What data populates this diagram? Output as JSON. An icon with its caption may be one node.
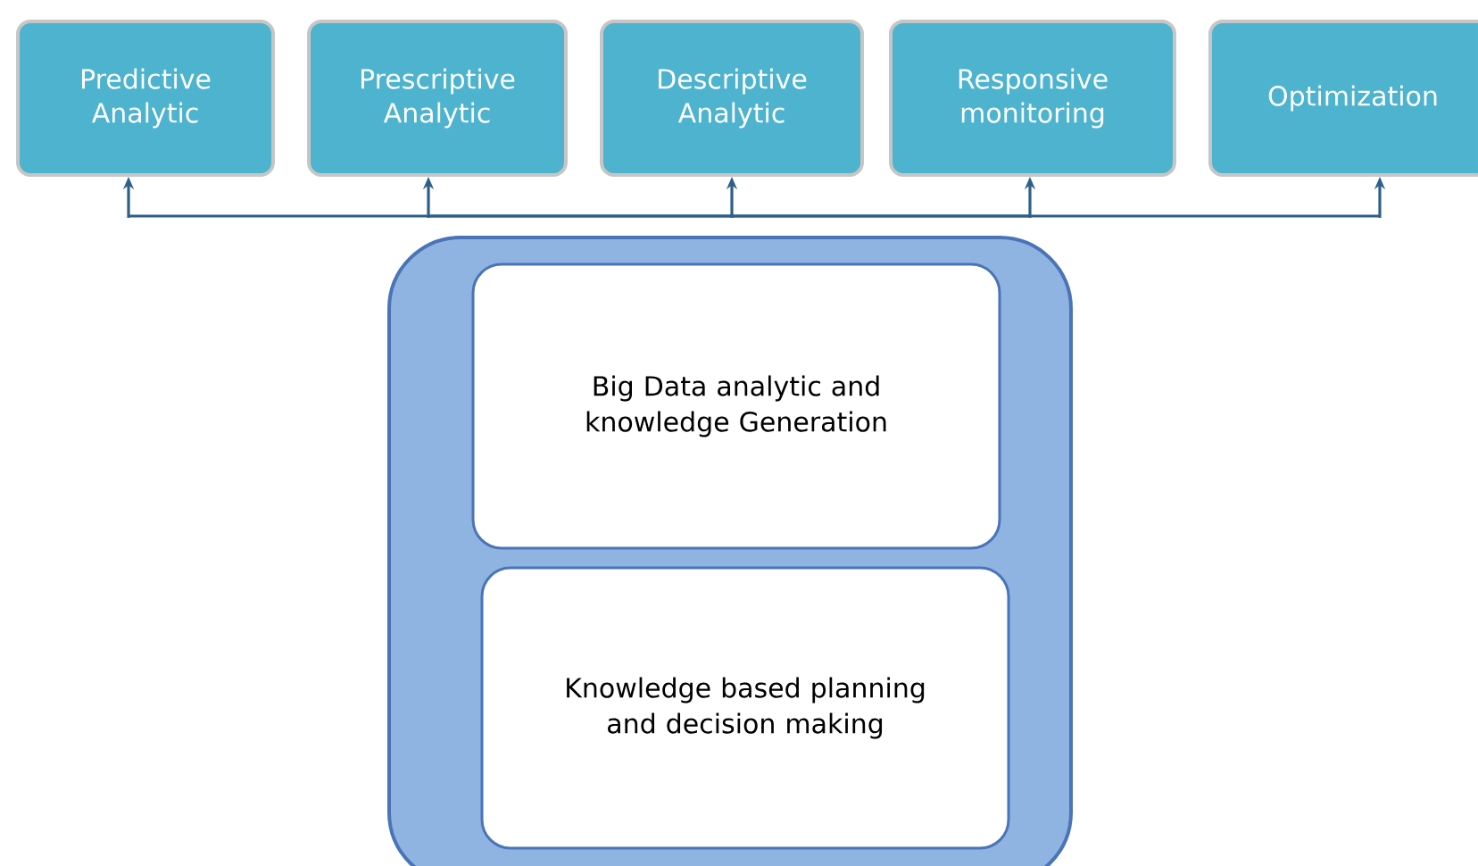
{
  "diagram": {
    "nodes": [
      {
        "text": [
          "Predictive Analytic"
        ]
      },
      {
        "text": [
          "Prescriptive Analytic"
        ]
      },
      {
        "text": [
          "Descriptive Analytic"
        ]
      },
      {
        "text": [
          "Responsive monitoring"
        ]
      },
      {
        "text": [
          "Optimization"
        ]
      },
      {
        "text": [],
        "shape": "box"
      },
      {
        "text": [
          "Big Data analytic and knowledge Generation"
        ],
        "in": 5
      },
      {
        "text": [
          "Knowledge based planning and decision making"
        ],
        "in": 5
      }
    ],
    "edges": [
      {
        "from": 5,
        "to": 0,
        "arrow": "to"
      },
      {
        "from": 5,
        "to": 1,
        "arrow": "to"
      },
      {
        "from": 5,
        "to": 2,
        "arrow": "to"
      },
      {
        "from": 5,
        "to": 3,
        "arrow": "to"
      },
      {
        "from": 5,
        "to": 4,
        "arrow": "to"
      }
    ]
  }
}
